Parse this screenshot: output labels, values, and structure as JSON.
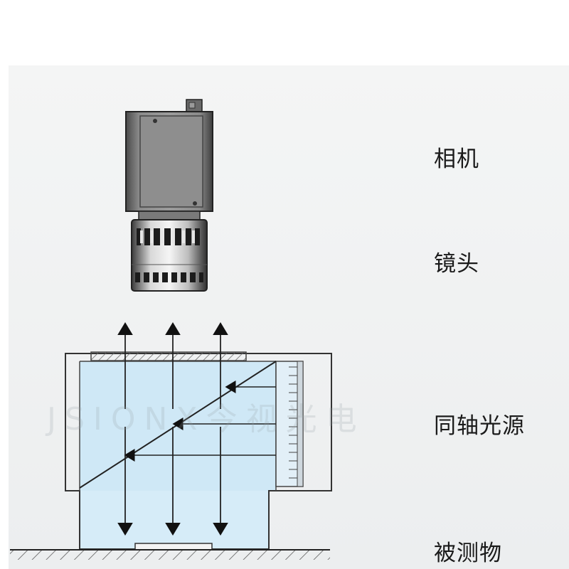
{
  "labels": {
    "camera": "相机",
    "lens": "镜头",
    "coaxial_light": "同轴光源",
    "object": "被测物"
  },
  "watermark": "JSIONX今视光电",
  "icons": {
    "camera": "industrial-camera-icon",
    "lens": "lens-icon"
  },
  "colors": {
    "light_blue": "#cfe8f6",
    "outline": "#333333",
    "background": "#eef0f1"
  }
}
